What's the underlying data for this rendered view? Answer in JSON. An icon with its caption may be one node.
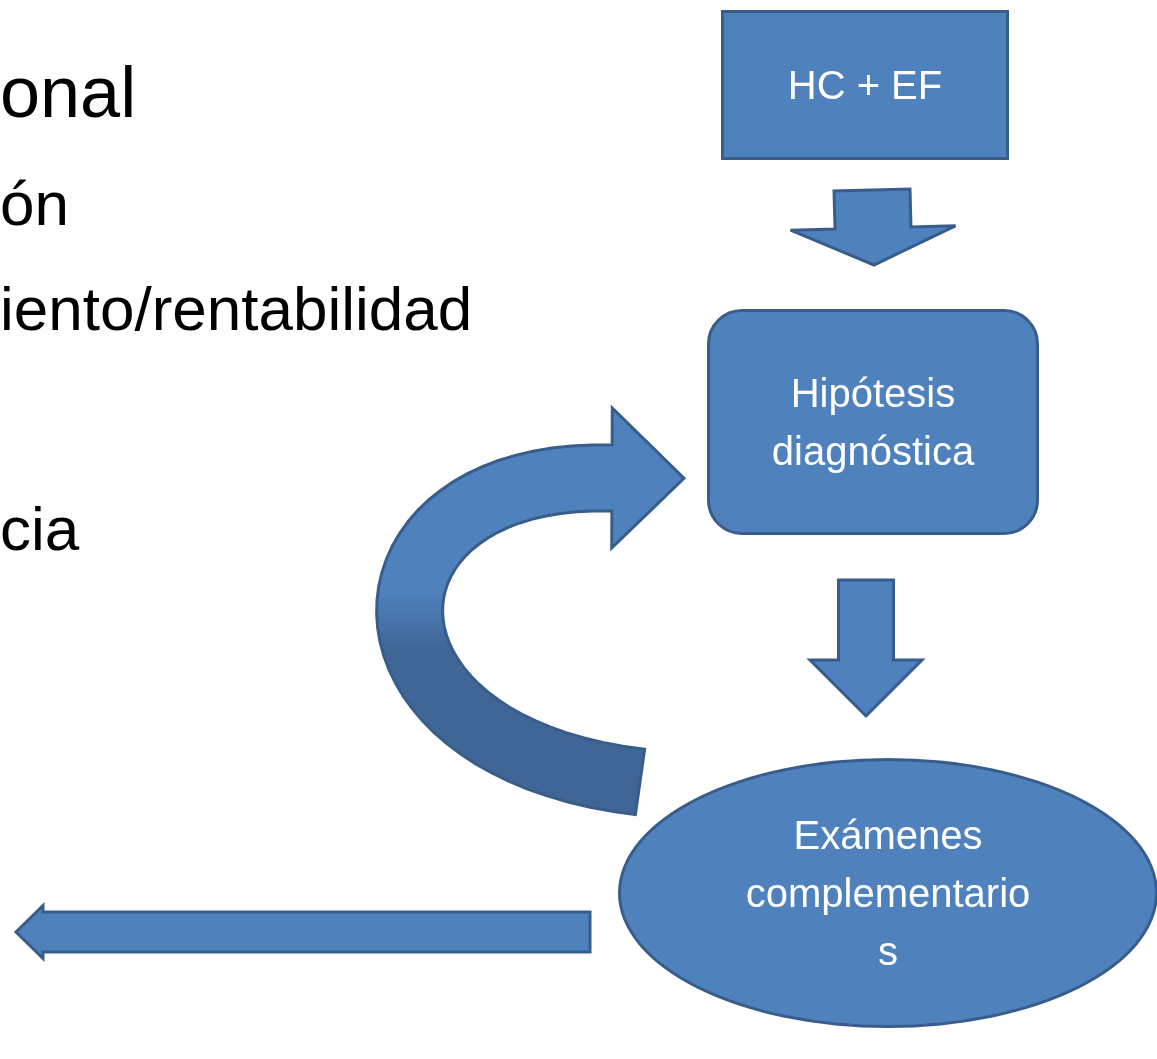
{
  "diagram": {
    "nodes": [
      {
        "text": [
          "HC + EF"
        ]
      },
      {
        "text": [
          "Hipótesis diagnóstica"
        ]
      },
      {
        "text": [
          "Exámenes complementario s"
        ]
      }
    ],
    "edges": [
      {
        "from": 0,
        "to": 1,
        "arrow": "to"
      },
      {
        "from": 1,
        "to": 2,
        "arrow": "to"
      },
      {
        "from": 2,
        "to": 1,
        "arrow": "to"
      },
      {
        "from": 2,
        "to": null,
        "arrow": "to"
      }
    ],
    "labels": [
      "onal",
      "ón",
      "iento/rentabilidad",
      "cia"
    ]
  }
}
